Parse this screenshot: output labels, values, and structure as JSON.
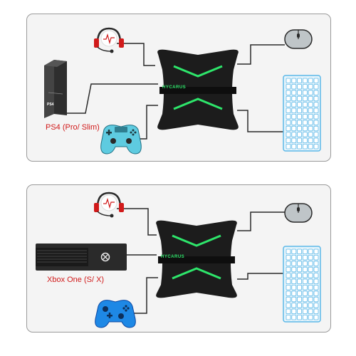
{
  "panels": [
    {
      "console_label": "PS4 (Pro/ Slim)",
      "console_icon": "ps4-console-icon",
      "console_badge": "PS4",
      "hub_brand": "HYCARUS",
      "controller_icon": "ps4-controller-icon",
      "controller_color": "#5ecbe0"
    },
    {
      "console_label": "Xbox One (S/ X)",
      "console_icon": "xbox-one-console-icon",
      "hub_brand": "HYCARUS",
      "controller_icon": "xbox-controller-icon",
      "controller_color": "#1e88e5"
    }
  ],
  "peripherals": {
    "headset_icon": "headset-icon",
    "mouse_icon": "mouse-icon",
    "keyboard_icon": "keyboard-icon"
  },
  "colors": {
    "label_red": "#d11a1a",
    "hub_glow": "#2ee66b",
    "panel_border": "#9a9a9a",
    "keyboard_blue": "#5bb8e8"
  }
}
